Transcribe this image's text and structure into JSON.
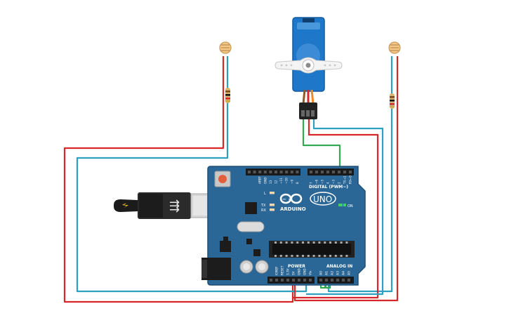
{
  "board": {
    "brand": "ARDUINO",
    "model": "UNO",
    "digital_label": "DIGITAL (PWM~)",
    "power_label": "POWER",
    "analog_label": "ANALOG IN",
    "on_label": "ON",
    "led_labels": [
      "L",
      "TX",
      "RX"
    ],
    "top_pins": [
      "AREF",
      "GND",
      "13",
      "12",
      "~11",
      "~10",
      "~9",
      "8",
      "7",
      "~6",
      "~5",
      "4",
      "~3",
      "2",
      "TX→1",
      "RX←0"
    ],
    "power_pins": [
      "IOREF",
      "RESET",
      "3.3V",
      "5V",
      "GND",
      "GND",
      "Vin"
    ],
    "analog_pins": [
      "A0",
      "A1",
      "A2",
      "A3",
      "A4",
      "A5"
    ]
  },
  "colors": {
    "wire_red": "#d8262b",
    "wire_blue": "#2f9fc0",
    "wire_green": "#34a853",
    "board_blue": "#2a6797",
    "board_edge": "#1e4f77"
  },
  "components": {
    "servo": "servo",
    "ldr_left": "photoresistor",
    "ldr_right": "photoresistor",
    "resistor_left": "resistor",
    "resistor_right": "resistor",
    "usb_cable": "usb-cable"
  }
}
